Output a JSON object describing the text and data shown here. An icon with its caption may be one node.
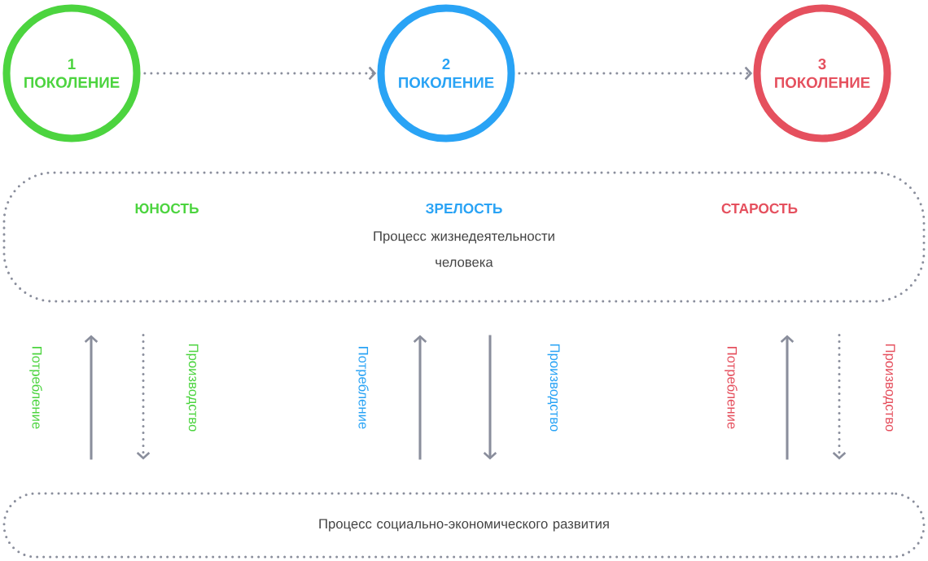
{
  "diagram": {
    "nodes": [
      {
        "text": [
          "1",
          "ПОКОЛЕНИЕ"
        ]
      },
      {
        "text": [
          "2",
          "ПОКОЛЕНИЕ"
        ]
      },
      {
        "text": [
          "3",
          "ПОКОЛЕНИЕ"
        ]
      },
      {
        "text": [
          "ЮНОСТЬ",
          "ЗРЕЛОСТЬ",
          "СТАРОСТЬ",
          "Процесс жизнедеятельности человека"
        ]
      },
      {
        "text": [
          "Процесс социально-экономического развития"
        ]
      }
    ],
    "edges": [
      {
        "from": 0,
        "to": 1,
        "arrow": "to",
        "style": "dashed"
      },
      {
        "from": 1,
        "to": 2,
        "arrow": "to",
        "style": "dashed"
      },
      {
        "from": 4,
        "to": 3,
        "arrow": "to",
        "label": "Потребление"
      },
      {
        "from": 3,
        "to": 4,
        "arrow": "to",
        "label": "Производство",
        "style": "dashed"
      },
      {
        "from": 4,
        "to": 3,
        "arrow": "to",
        "label": "Потребление"
      },
      {
        "from": 3,
        "to": 4,
        "arrow": "to",
        "label": "Производство"
      },
      {
        "from": 4,
        "to": 3,
        "arrow": "to",
        "label": "Потребление"
      },
      {
        "from": 3,
        "to": 4,
        "arrow": "to",
        "label": "Производство",
        "style": "dashed"
      }
    ]
  }
}
